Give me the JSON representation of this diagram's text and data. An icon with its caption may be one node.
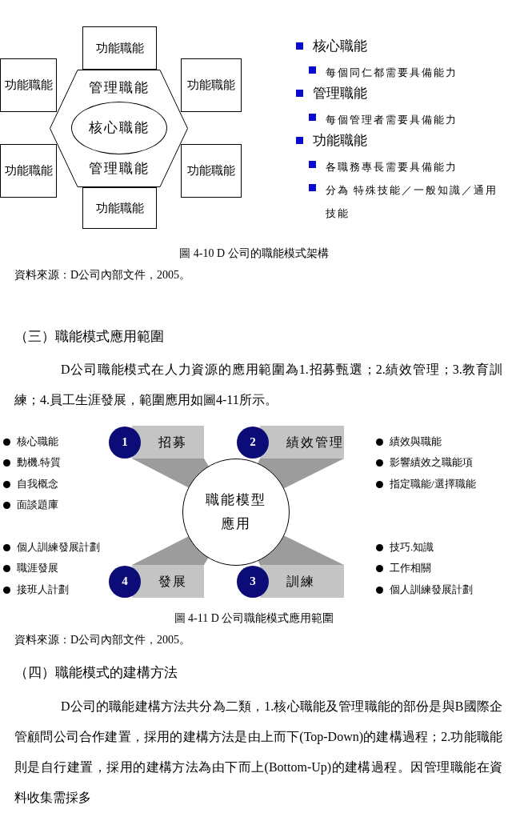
{
  "diagram": {
    "nodes": [
      {
        "text": [
          "功能職能"
        ]
      },
      {
        "text": [
          "功能職能"
        ]
      },
      {
        "text": [
          "功能職能"
        ]
      },
      {
        "text": [
          "管理職能",
          "管理職能"
        ]
      },
      {
        "text": [
          "核心職能"
        ],
        "in": 3
      },
      {
        "text": [
          "功能職能"
        ]
      },
      {
        "text": [
          "功能職能"
        ]
      },
      {
        "text": [
          "功能職能"
        ]
      },
      {
        "text": [
          "1",
          "招募"
        ]
      },
      {
        "text": [
          "2",
          "績效管理"
        ]
      },
      {
        "text": [
          "職能模型應用"
        ]
      },
      {
        "text": [
          "4",
          "發展"
        ]
      },
      {
        "text": [
          "3",
          "訓練"
        ]
      }
    ],
    "edges": [
      {
        "from": 8,
        "to": 10,
        "arrow": "none",
        "style": "thick"
      },
      {
        "from": 9,
        "to": 10,
        "arrow": "none",
        "style": "thick"
      },
      {
        "from": 11,
        "to": 10,
        "arrow": "none",
        "style": "thick"
      },
      {
        "from": 12,
        "to": 10,
        "arrow": "none",
        "style": "thick"
      }
    ],
    "labels": [
      "核心職能",
      "每個同仁都需要具備能力",
      "管理職能",
      "每個管理者需要具備能力",
      "功能職能",
      "各職務專長需要具備能力",
      "分為 特殊技能／一般知識／通用技能",
      "圖 4-10 D 公司的職能模式架構",
      "資料來源：D公司內部文件，2005。",
      "（三）職能模式應用範圍",
      "D公司職能模式在人力資源的應用範圍為1.招募甄選；2.績效管理；3.教育訓練；4.員工生涯發展，範圍應用如圖4-11所示。",
      "核心職能",
      "動機.特質",
      "自我概念",
      "面談題庫",
      "個人訓練發展計劃",
      "職涯發展",
      "接班人計劃",
      "績效與職能",
      "影響績效之職能項",
      "指定職能/選擇職能",
      "技巧.知識",
      "工作相關",
      "個人訓練發展計劃",
      "圖 4-11 D 公司職能模式應用範圍",
      "資料來源：D公司內部文件，2005。",
      "（四）職能模式的建構方法",
      "D公司的職能建構方法共分為二類，1.核心職能及管理職能的部份是與B國際企管顧問公司合作建置，採用的建構方法是由上而下(Top-Down)的建構過程；2.功能職能則是自行建置，採用的建構方法為由下而上(Bottom-Up)的建構過程。因管理職能在資料收集需採多"
    ]
  }
}
